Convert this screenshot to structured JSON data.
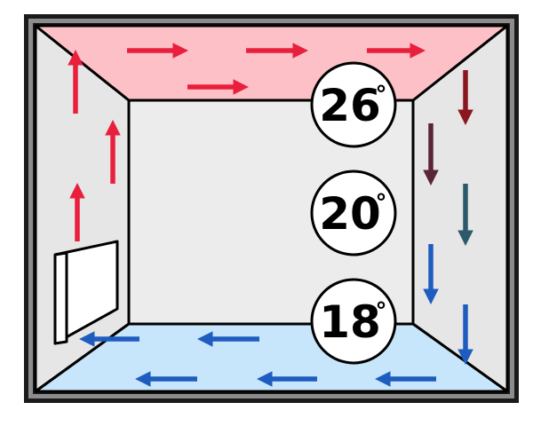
{
  "temperatures": {
    "top": "26",
    "middle": "20",
    "bottom": "18",
    "degree": "°"
  },
  "colors": {
    "frame_outer": "#1a1a1a",
    "frame_mid": "#8c8c8c",
    "wall": "#e6e6e6",
    "back_wall": "#ececec",
    "ceiling": "#fcc0c6",
    "floor": "#c8e6fb",
    "warm_arrow": "#e8203e",
    "cooling_arrow_dark_red": "#8a1620",
    "cooling_arrow_purple": "#5a2535",
    "cooling_arrow_teal": "#2d5a6a",
    "cool_arrow": "#1f5cc0",
    "radiator": "#ffffff"
  },
  "icons": {
    "heater": "radiator-icon",
    "flow": "arrow-icon"
  }
}
